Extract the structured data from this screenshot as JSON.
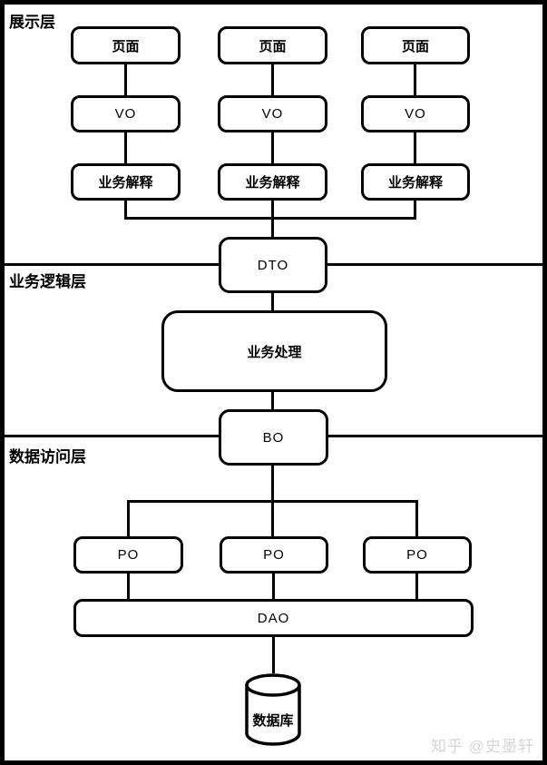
{
  "layers": {
    "presentation": "展示层",
    "business": "业务逻辑层",
    "data_access": "数据访问层"
  },
  "columns": [
    {
      "page": "页面",
      "vo": "VO",
      "explain": "业务解释"
    },
    {
      "page": "页面",
      "vo": "VO",
      "explain": "业务解释"
    },
    {
      "page": "页面",
      "vo": "VO",
      "explain": "业务解释"
    }
  ],
  "nodes": {
    "dto": "DTO",
    "process": "业务处理",
    "bo": "BO",
    "dao": "DAO",
    "database": "数据库"
  },
  "po_boxes": [
    "PO",
    "PO",
    "PO"
  ],
  "watermark": "知乎 @史墨轩",
  "colors": {
    "stroke": "#000000",
    "background": "#ffffff",
    "watermark_text": "#d6d6d6"
  }
}
